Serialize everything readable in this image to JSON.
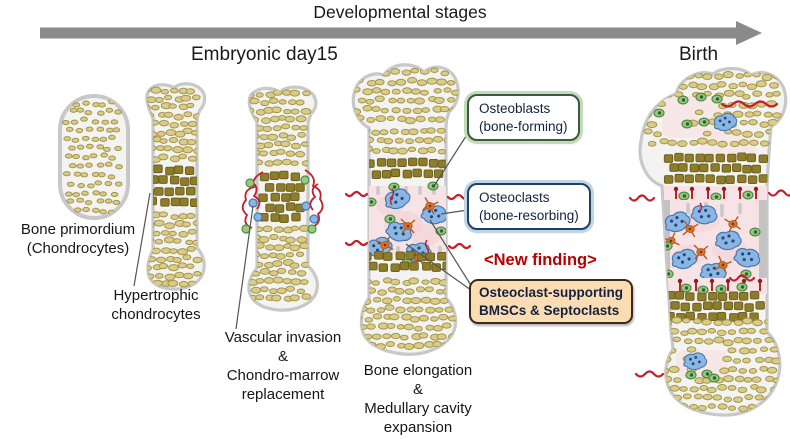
{
  "header": {
    "title": "Developmental stages",
    "stage_left": "Embryonic day15",
    "stage_right": "Birth"
  },
  "stage_labels": {
    "bone_primordium": [
      "Bone primordium",
      "(Chondrocytes)"
    ],
    "hypertrophic": [
      "Hypertrophic",
      "chondrocytes"
    ],
    "vascular_invasion": [
      "Vascular invasion",
      "&",
      "Chondro-marrow",
      "replacement"
    ],
    "bone_elongation": [
      "Bone elongation",
      "&",
      "Medullary cavity",
      "expansion"
    ]
  },
  "callouts": {
    "osteoblasts": {
      "lines": [
        "Osteoblasts",
        "(bone-forming)"
      ],
      "border_color": "#3c5a40",
      "glow_color": "#c2dbb8"
    },
    "osteoclasts": {
      "lines": [
        "Osteoclasts",
        "(bone-resorbing)"
      ],
      "border_color": "#23405e",
      "glow_color": "#bdd5e8"
    },
    "new_finding": {
      "text": "<New finding>",
      "color": "#b80000"
    },
    "osteoclast_supporting": {
      "lines": [
        "Osteoclast-supporting",
        "BMSCs & Septoclasts"
      ],
      "bg_color": "#fcdcb2",
      "border_color": "#3a2a1a"
    }
  },
  "legend_colors": {
    "chondrocyte_cell": "#d9cc86",
    "hypertrophic_chondrocyte_cell": "#8d7d2b",
    "osteoblast_cell": "#97ca7e",
    "osteoclast_cell": "#8ab6e4",
    "septoclast_bmsc_cell": "#e0762a",
    "blood_vessel": "#c41e2a",
    "marrow_cavity": "#f7e3e5",
    "timeline_arrow": "#8a8a8a",
    "bone_outline": "#c8c8c8"
  }
}
